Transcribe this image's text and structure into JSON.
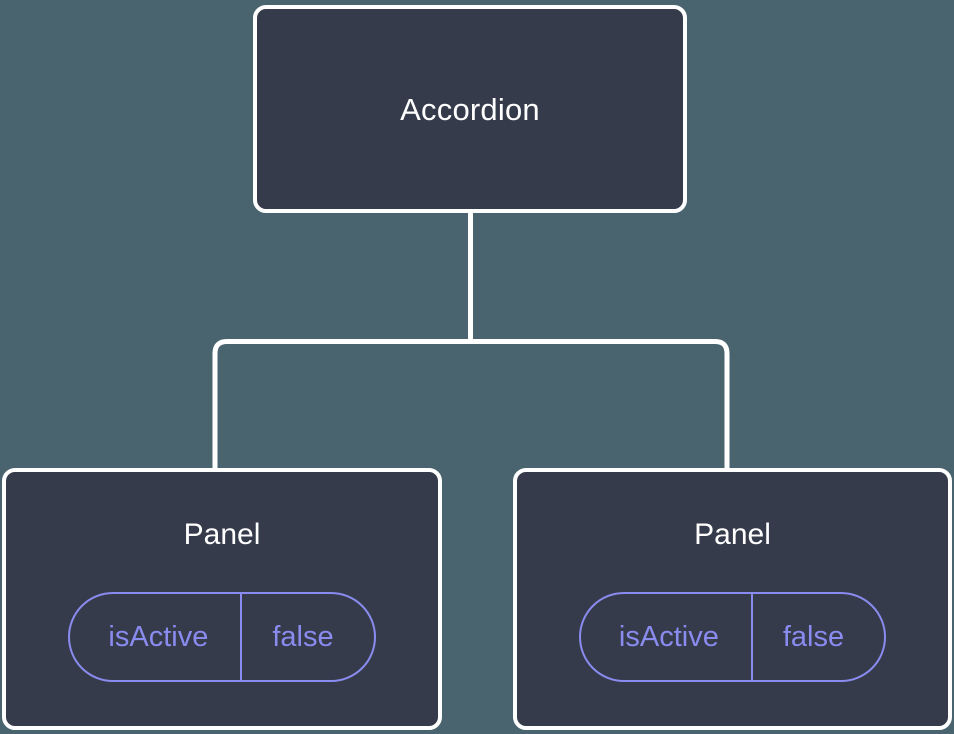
{
  "theme": {
    "background_color": "#4a646f",
    "node_fill_color": "#353b4a",
    "node_border_color": "#ffffff",
    "node_text_color": "#ffffff",
    "accent_color": "#8a8bef",
    "edge_color": "#ffffff"
  },
  "tree": {
    "root": {
      "label": "Accordion"
    },
    "children": [
      {
        "label": "Panel",
        "state": {
          "key": "isActive",
          "value": "false"
        }
      },
      {
        "label": "Panel",
        "state": {
          "key": "isActive",
          "value": "false"
        }
      }
    ]
  }
}
